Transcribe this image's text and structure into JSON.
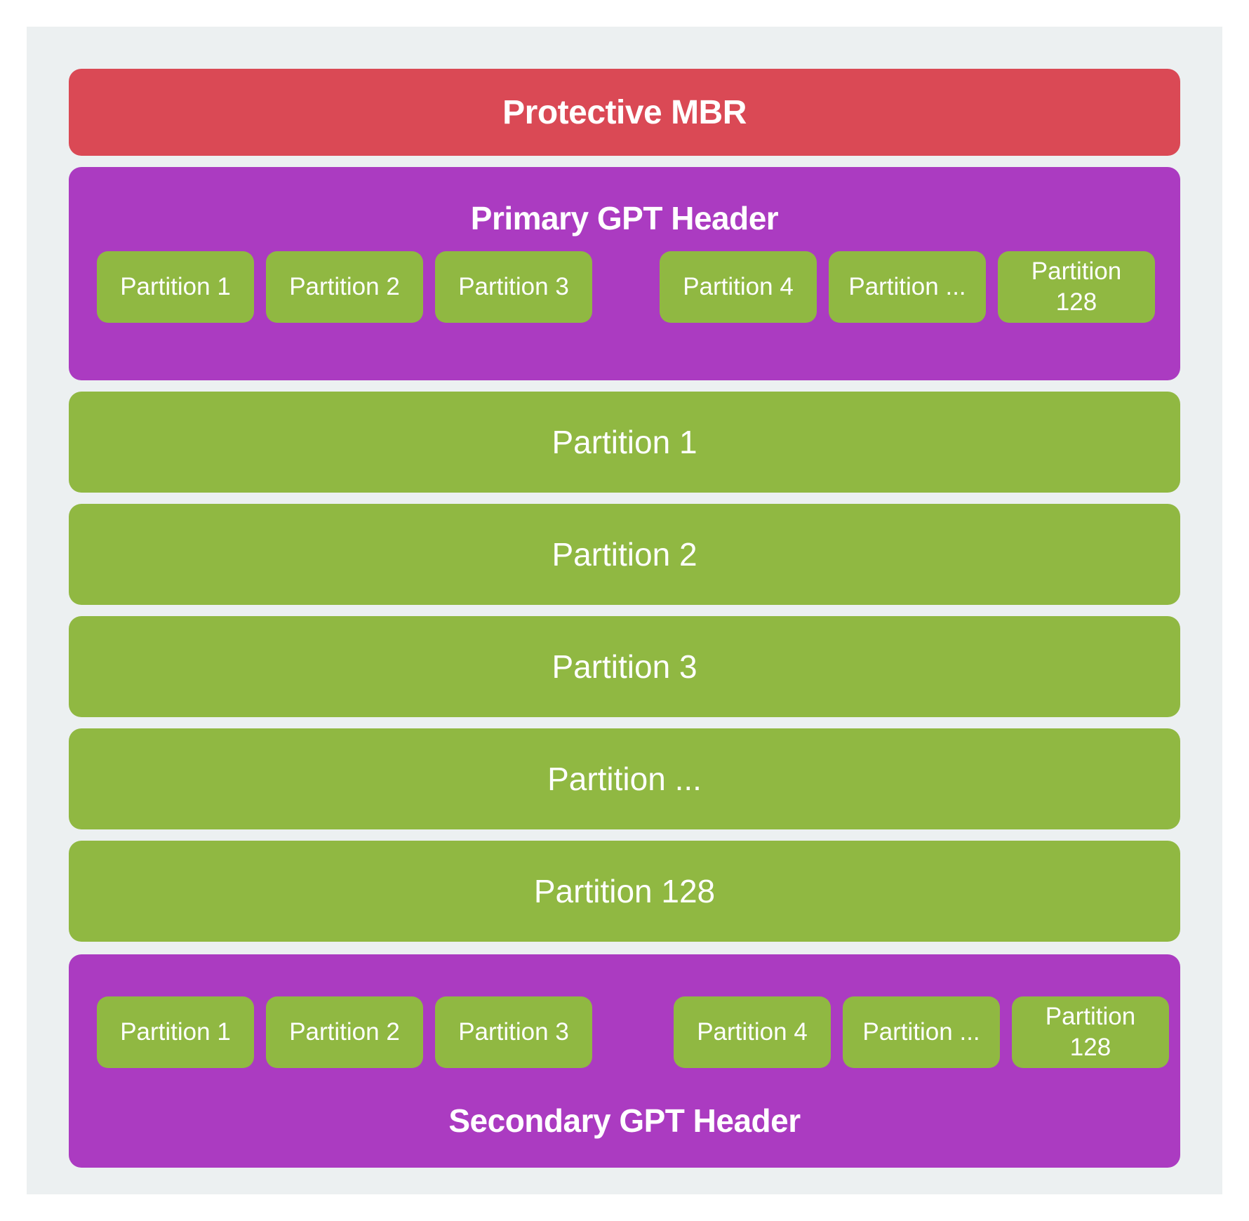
{
  "colors": {
    "background": "#ecf0f1",
    "mbr": "#da4955",
    "gpt_header": "#ab3bc1",
    "partition": "#90b842",
    "text": "#ffffff"
  },
  "protective_mbr": {
    "label": "Protective MBR"
  },
  "primary_gpt": {
    "title": "Primary GPT Header",
    "entries": [
      "Partition 1",
      "Partition 2",
      "Partition 3",
      "Partition 4",
      "Partition ...",
      "Partition 128"
    ]
  },
  "partitions": [
    "Partition 1",
    "Partition 2",
    "Partition 3",
    "Partition ...",
    "Partition 128"
  ],
  "secondary_gpt": {
    "title": "Secondary GPT Header",
    "entries": [
      "Partition 1",
      "Partition 2",
      "Partition 3",
      "Partition 4",
      "Partition ...",
      "Partition 128"
    ]
  }
}
